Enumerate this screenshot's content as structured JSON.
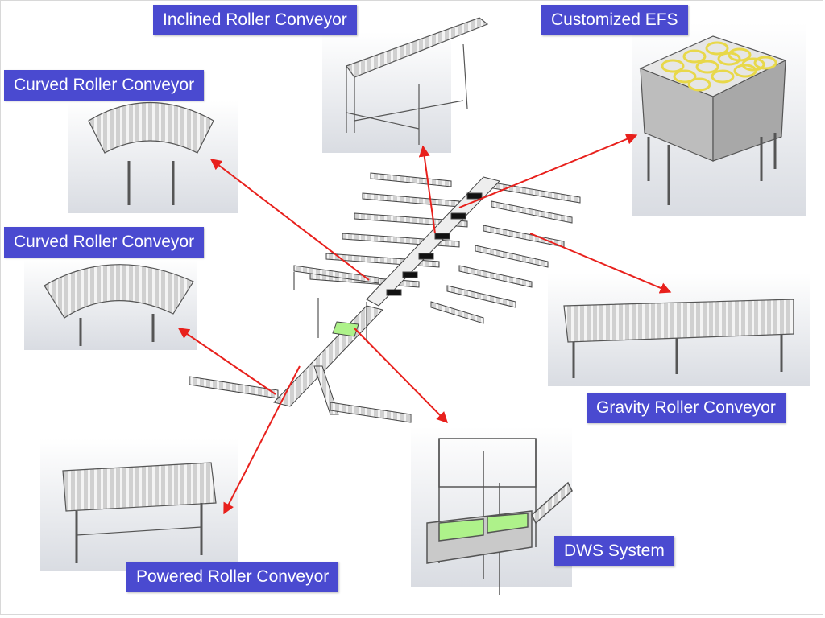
{
  "labels": {
    "inclined": "Inclined Roller Conveyor",
    "efs": "Customized EFS",
    "curved_top": "Curved Roller Conveyor",
    "curved_mid": "Curved Roller Conveyor",
    "gravity": "Gravity Roller Conveyor",
    "powered": "Powered Roller Conveyor",
    "dws": "DWS System"
  },
  "colors": {
    "label_bg": "#4a4ad0",
    "label_text": "#ffffff",
    "arrow": "#e8201c",
    "accent_green": "#aef28a",
    "accent_yellow": "#e8d84a"
  }
}
